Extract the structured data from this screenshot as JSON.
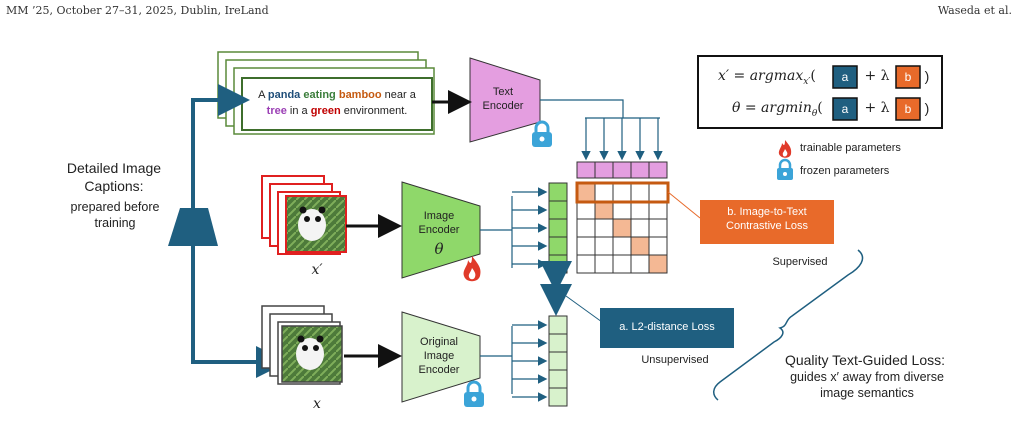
{
  "header": {
    "left": "MM ’25, October 27–31, 2025, Dublin, IreLand",
    "right": "Waseda et al."
  },
  "caption_card": {
    "segments": [
      {
        "text": "A ",
        "color": "#222222",
        "bold": false
      },
      {
        "text": "panda",
        "color": "#1f4e79",
        "bold": true
      },
      {
        "text": " ",
        "color": "#222222",
        "bold": false
      },
      {
        "text": "eating",
        "color": "#3a7d3a",
        "bold": true
      },
      {
        "text": " ",
        "color": "#222222",
        "bold": false
      },
      {
        "text": "bamboo",
        "color": "#c55a11",
        "bold": true
      },
      {
        "text": " near a",
        "color": "#222222",
        "bold": false
      },
      {
        "text": "tree",
        "color": "#9b3fb5",
        "bold": true
      },
      {
        "text": " in a ",
        "color": "#222222",
        "bold": false
      },
      {
        "text": "green",
        "color": "#c00000",
        "bold": true
      },
      {
        "text": " environment.",
        "color": "#222222",
        "bold": false
      }
    ]
  },
  "labels": {
    "detailed_captions_title": "Detailed Image Captions:",
    "detailed_captions_sub": "prepared before training",
    "text_encoder": "Text Encoder",
    "image_encoder": "Image Encoder",
    "theta": "θ",
    "original_encoder": "Original Image Encoder",
    "x_prime": "x′",
    "x": "x",
    "loss_b": "b. Image-to-Text Contrastive Loss",
    "loss_a": "a. L2-distance Loss",
    "supervised": "Supervised",
    "unsupervised": "Unsupervised",
    "quality_title": "Quality Text-Guided Loss:",
    "quality_sub": "guides x′ away from diverse image semantics",
    "legend_trainable": "trainable parameters",
    "legend_frozen": "frozen parameters"
  },
  "equations": {
    "eq1_lhs": "x′ = argmax",
    "eq1_sub": "x′",
    "eq2_lhs": "θ = argmin",
    "eq2_sub": "θ",
    "box_a": "a",
    "box_b": "b",
    "plus_lambda": "+ λ"
  },
  "colors": {
    "text_encoder": "#e49ee0",
    "image_encoder": "#8fd86a",
    "original_encoder": "#d8f2cc",
    "arrow_blue": "#1f5f80",
    "loss_orange": "#e86a2a",
    "loss_blue": "#1f5f80",
    "matrix_diag": "#f4b894",
    "matrix_hl": "#c55a11"
  }
}
